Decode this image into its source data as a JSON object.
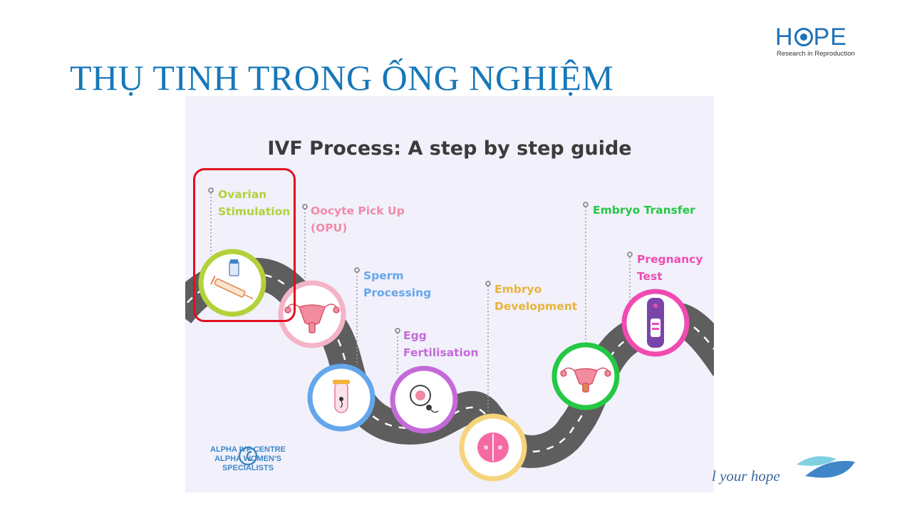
{
  "slide": {
    "title": "THỤ TINH TRONG ỐNG NGHIỆM",
    "title_color": "#1777b8",
    "tagline": "l your hope"
  },
  "logo": {
    "word_left": "H",
    "word_right": "PE",
    "subtitle": "Research in Reproduction",
    "color": "#1f72b8"
  },
  "infographic": {
    "title": "IVF Process: A step by step guide",
    "brand_line1": "ALPHA IVF CENTRE",
    "brand_line2": "ALPHA WOMEN'S SPECIALISTS",
    "steps": [
      {
        "line1": "Ovarian",
        "line2": "Stimulation",
        "color": "#b3d13a",
        "icon": "syringe-vial-icon",
        "highlighted": true
      },
      {
        "line1": "Oocyte Pick Up",
        "line2": "(OPU)",
        "color": "#f08aa6",
        "icon": "uterus-icon",
        "highlighted": false
      },
      {
        "line1": "Sperm",
        "line2": "Processing",
        "color": "#64a6ea",
        "icon": "test-tube-sperm-icon",
        "highlighted": false
      },
      {
        "line1": "Egg",
        "line2": "Fertilisation",
        "color": "#c46ad8",
        "icon": "egg-sperm-icon",
        "highlighted": false
      },
      {
        "line1": "Embryo",
        "line2": "Development",
        "color": "#e8b43a",
        "icon": "embryo-icon",
        "highlighted": false
      },
      {
        "line1": "Embryo Transfer",
        "line2": "",
        "color": "#25c845",
        "icon": "uterus-transfer-icon",
        "highlighted": false
      },
      {
        "line1": "Pregnancy",
        "line2": "Test",
        "color": "#f04bb1",
        "icon": "pregnancy-test-icon",
        "highlighted": false
      }
    ]
  }
}
